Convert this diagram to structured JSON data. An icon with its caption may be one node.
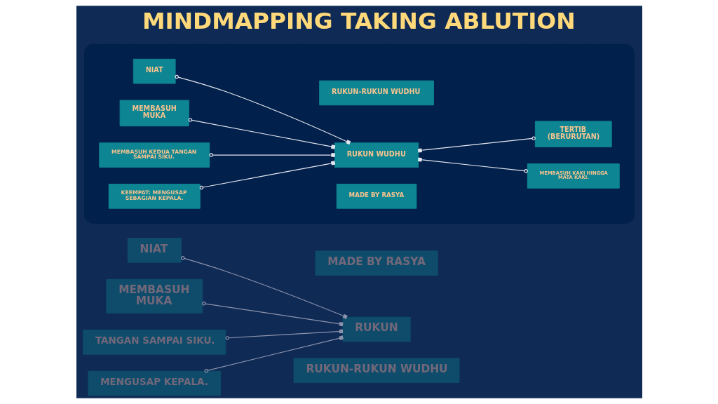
{
  "diagram": {
    "title": "MINDMAPPING TAKING ABLUTION",
    "nodes": [
      {
        "text": [
          "RUKUN-RUKUN WUDHU"
        ]
      },
      {
        "text": [
          "NIAT"
        ]
      },
      {
        "text": [
          "MEMBASUH MUKA"
        ]
      },
      {
        "text": [
          "TANGAN SAMPAI SIKU."
        ]
      },
      {
        "text": [
          "MENGUSAP KEPALA."
        ]
      },
      {
        "text": [
          "RUKUN"
        ]
      },
      {
        "text": [
          "MADE BY RASYA"
        ]
      },
      {
        "text": [],
        "shape": "box"
      },
      {
        "text": [
          "RUKUN-RUKUN WUDHU"
        ],
        "in": 7
      },
      {
        "text": [
          "NIAT"
        ],
        "in": 7
      },
      {
        "text": [
          "MEMBASUH MUKA"
        ],
        "in": 7
      },
      {
        "text": [
          "MEMBASUH KEDUA TANGAN SAMPAI SIKU."
        ],
        "in": 7
      },
      {
        "text": [
          "KEEMPAT: MENGUSAP SEBAGIAN KEPALA."
        ],
        "in": 7
      },
      {
        "text": [
          "RUKUN WUDHU"
        ],
        "in": 7
      },
      {
        "text": [
          "MEMBASUH KAKI HINGGA MATA KAKI."
        ],
        "in": 7
      },
      {
        "text": [
          "TERTIB (BERURUTAN)"
        ],
        "in": 7
      },
      {
        "text": [
          "MADE BY RASYA"
        ],
        "in": 7
      }
    ],
    "edges": [
      {
        "from": 1,
        "to": 5,
        "arrow": "other",
        "color": "#8c93ad"
      },
      {
        "from": 2,
        "to": 5,
        "arrow": "other",
        "color": "#8c93ad"
      },
      {
        "from": 3,
        "to": 5,
        "arrow": "other",
        "color": "#8c93ad"
      },
      {
        "from": 4,
        "to": 5,
        "arrow": "other",
        "color": "#8c93ad"
      },
      {
        "from": 9,
        "to": 13,
        "arrow": "other"
      },
      {
        "from": 10,
        "to": 13,
        "arrow": "other"
      },
      {
        "from": 11,
        "to": 13,
        "arrow": "other"
      },
      {
        "from": 12,
        "to": 13,
        "arrow": "other"
      },
      {
        "from": 13,
        "to": 14,
        "arrow": "other"
      },
      {
        "from": 13,
        "to": 15,
        "arrow": "other"
      }
    ]
  }
}
